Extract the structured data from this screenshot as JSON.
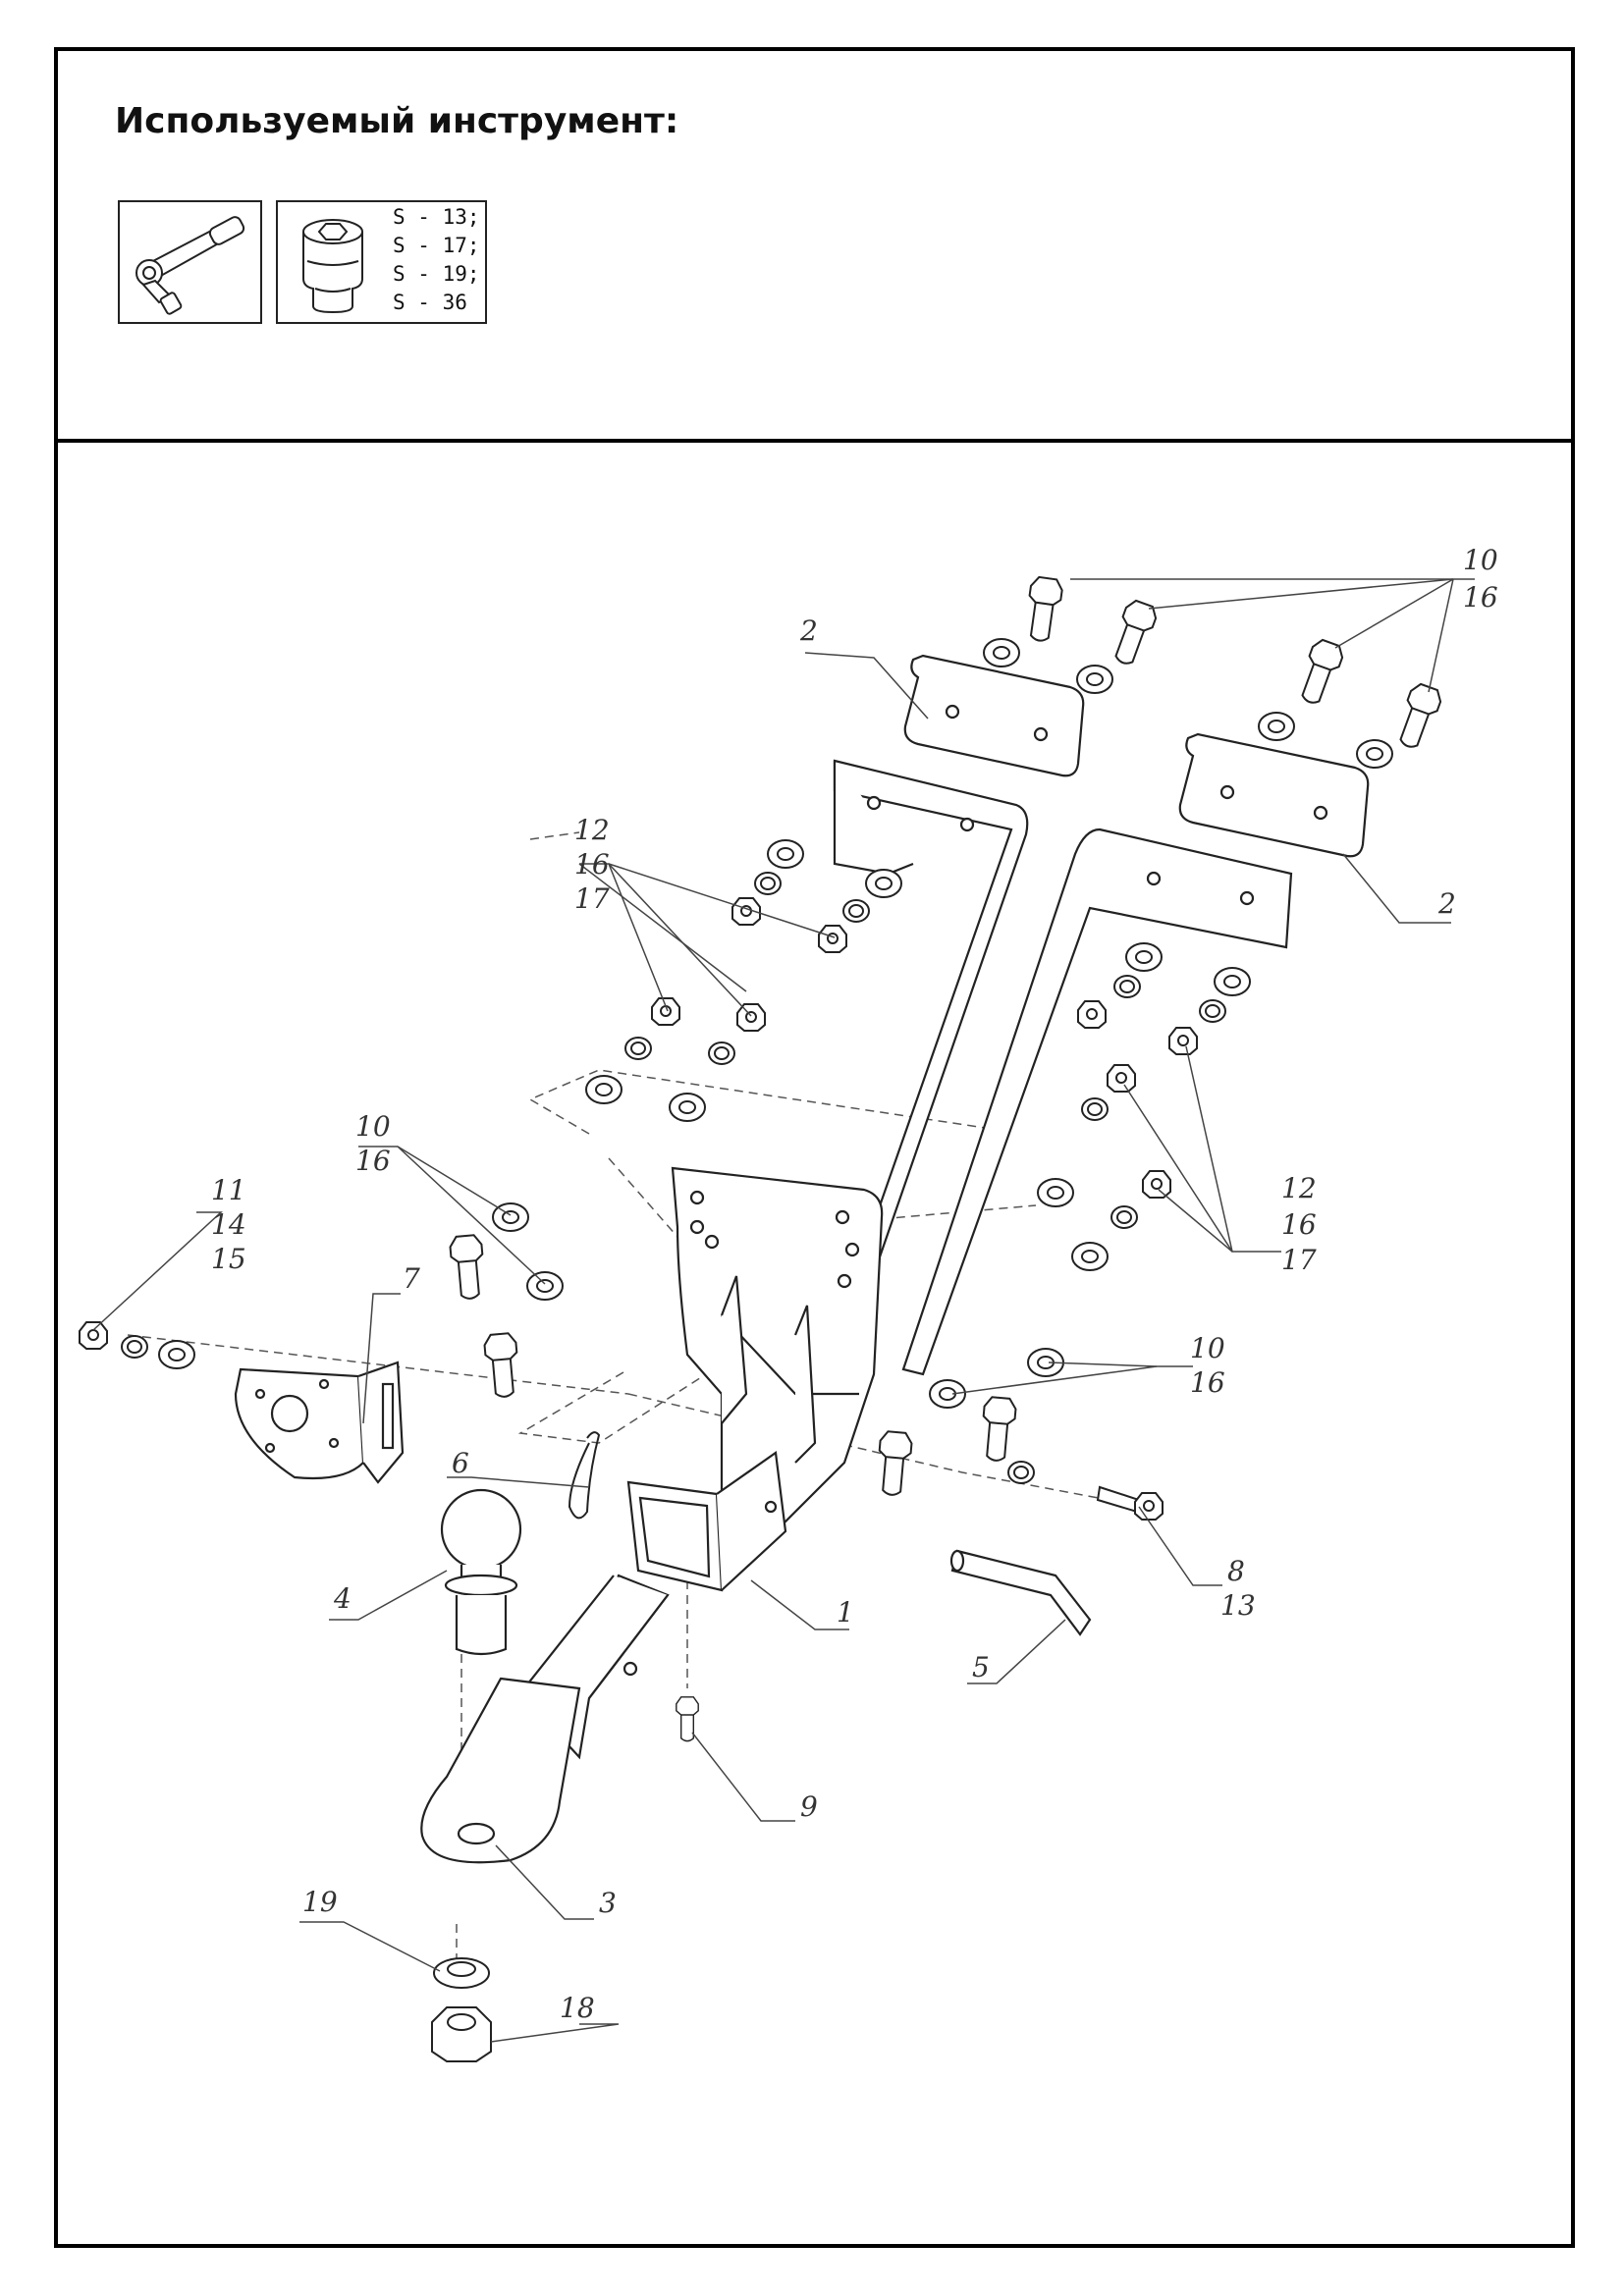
{
  "header": {
    "title": "Используемый инструмент:"
  },
  "tools": {
    "wrench_icon": "ratchet-wrench-icon",
    "socket_icon": "socket-head-icon",
    "socket_sizes": [
      "S - 13;",
      "S - 17;",
      "S - 19;",
      "S - 36"
    ]
  },
  "callouts": {
    "part_1": "1",
    "part_2_left": "2",
    "part_2_right": "2",
    "part_3": "3",
    "part_4": "4",
    "part_5": "5",
    "part_6": "6",
    "part_7": "7",
    "part_8": "8",
    "part_8_sub": "13",
    "part_9": "9",
    "top_bolts_a": "10",
    "top_bolts_b": "16",
    "left_bolts_a": "10",
    "left_bolts_b": "16",
    "right_bolts_a": "10",
    "right_bolts_b": "16",
    "left_nuts_a": "12",
    "left_nuts_b": "16",
    "left_nuts_c": "17",
    "right_nuts_a": "12",
    "right_nuts_b": "16",
    "right_nuts_c": "17",
    "socket_fix_a": "11",
    "socket_fix_b": "14",
    "socket_fix_c": "15",
    "part_18": "18",
    "part_19": "19"
  }
}
